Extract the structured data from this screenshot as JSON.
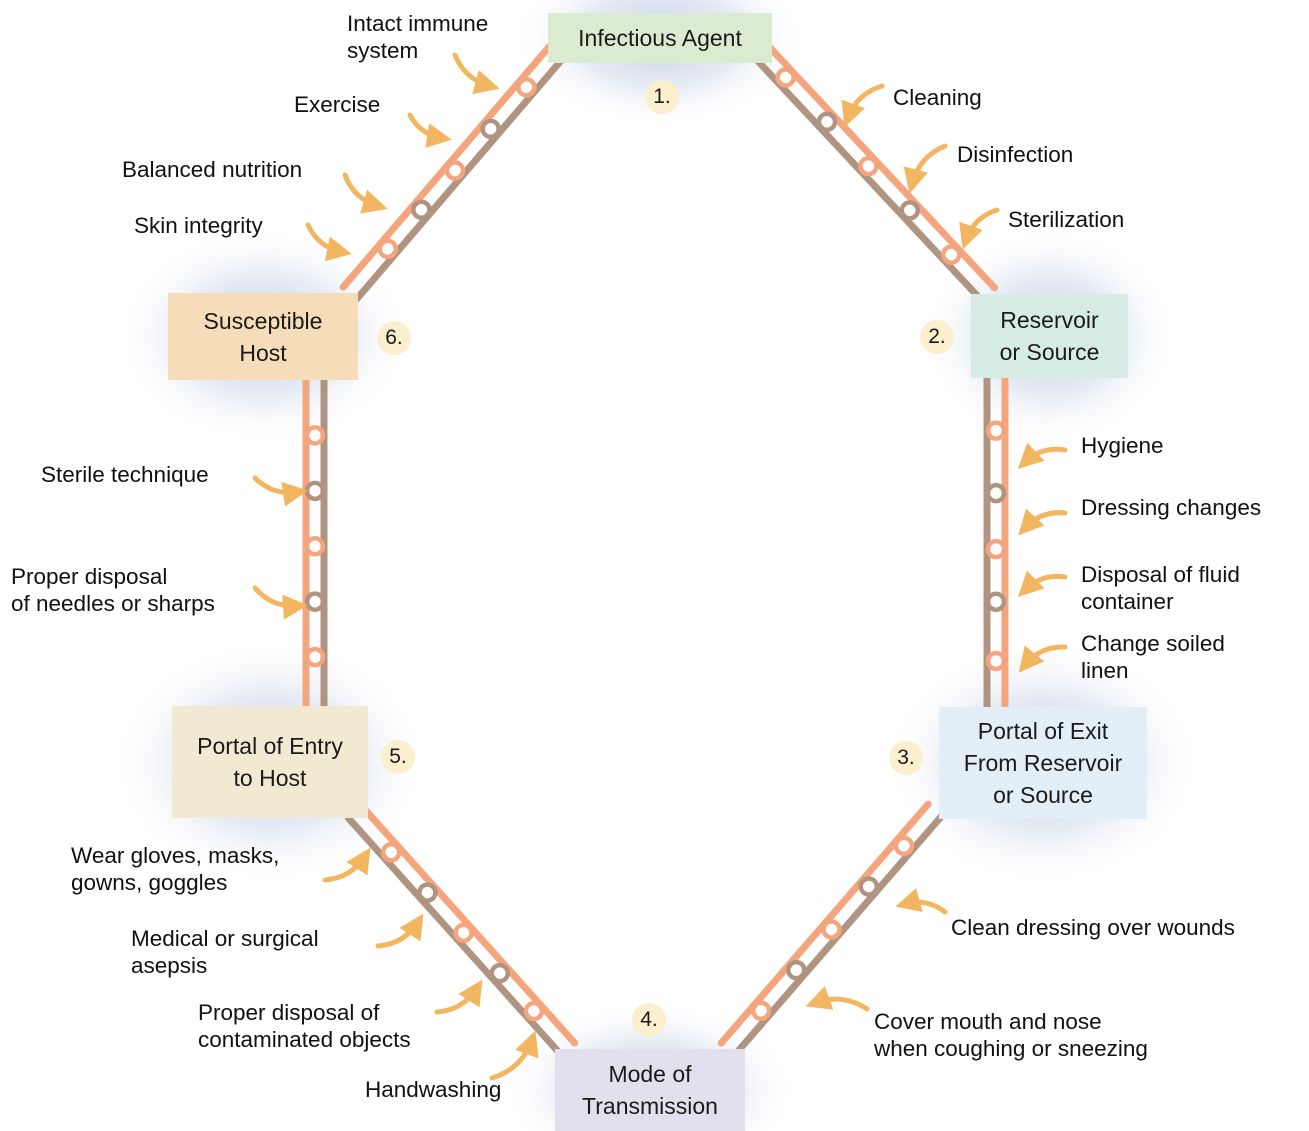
{
  "stages": [
    {
      "id": "infectious-agent",
      "label": "Infectious Agent",
      "number": "1.",
      "color": "#dbebd0"
    },
    {
      "id": "reservoir",
      "label": "Reservoir\nor Source",
      "number": "2.",
      "color": "#d7ebe5"
    },
    {
      "id": "portal-exit",
      "label": "Portal of Exit\nFrom Reservoir\nor Source",
      "number": "3.",
      "color": "#e2eef8"
    },
    {
      "id": "mode-transmission",
      "label": "Mode of\nTransmission",
      "number": "4.",
      "color": "#e3dfef"
    },
    {
      "id": "portal-entry",
      "label": "Portal of Entry\nto Host",
      "number": "5.",
      "color": "#f2e9d3"
    },
    {
      "id": "susceptible-host",
      "label": "Susceptible\nHost",
      "number": "6.",
      "color": "#f6ddb9"
    }
  ],
  "interventions": {
    "host_to_agent": [
      "Intact immune\nsystem",
      "Exercise",
      "Balanced nutrition",
      "Skin integrity"
    ],
    "agent_to_reservoir": [
      "Cleaning",
      "Disinfection",
      "Sterilization"
    ],
    "reservoir_to_exit": [
      "Hygiene",
      "Dressing changes",
      "Disposal of fluid\ncontainer",
      "Change soiled\nlinen"
    ],
    "exit_to_transmission": [
      "Clean dressing over wounds",
      "Cover mouth and nose\nwhen coughing or sneezing"
    ],
    "transmission_to_entry": [
      "Wear gloves, masks,\ngowns, goggles",
      "Medical or surgical\nasepsis",
      "Proper disposal of\ncontaminated objects",
      "Handwashing"
    ],
    "entry_to_host": [
      "Sterile technique",
      "Proper disposal\nof needles or sharps"
    ]
  },
  "colors": {
    "chain_light": "#f4a57e",
    "chain_dark": "#b09482",
    "arrow": "#f3b660",
    "glow": "#b7c6e0"
  }
}
